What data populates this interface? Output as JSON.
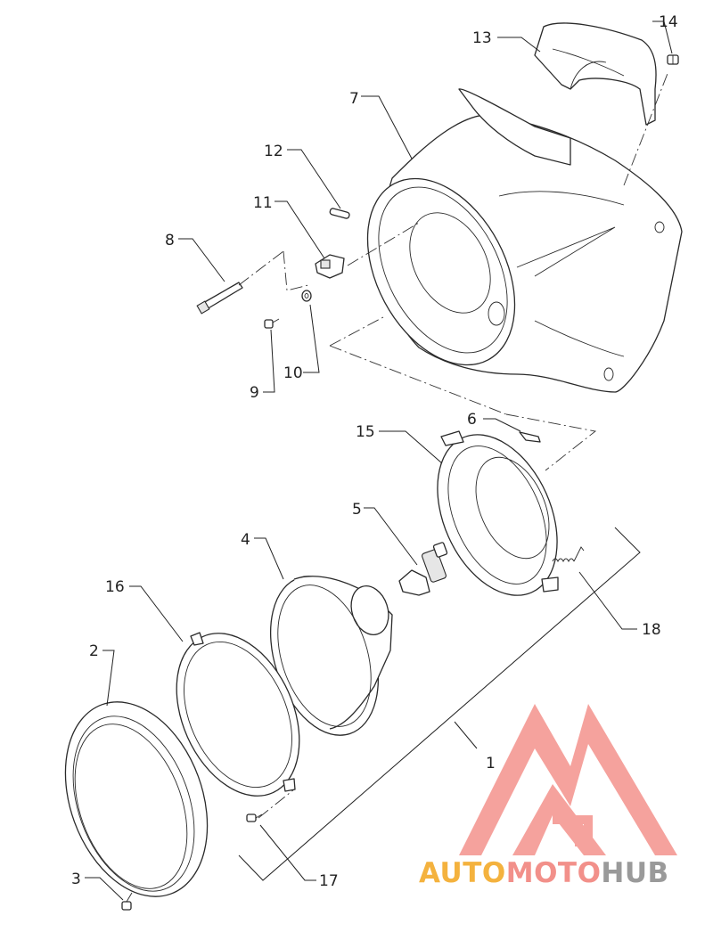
{
  "callouts": [
    {
      "id": "1",
      "label": "1"
    },
    {
      "id": "2",
      "label": "2"
    },
    {
      "id": "3",
      "label": "3"
    },
    {
      "id": "4",
      "label": "4"
    },
    {
      "id": "5",
      "label": "5"
    },
    {
      "id": "6",
      "label": "6"
    },
    {
      "id": "7",
      "label": "7"
    },
    {
      "id": "8",
      "label": "8"
    },
    {
      "id": "9",
      "label": "9"
    },
    {
      "id": "10",
      "label": "10"
    },
    {
      "id": "11",
      "label": "11"
    },
    {
      "id": "12",
      "label": "12"
    },
    {
      "id": "13",
      "label": "13"
    },
    {
      "id": "14",
      "label": "14"
    },
    {
      "id": "15",
      "label": "15"
    },
    {
      "id": "16",
      "label": "16"
    },
    {
      "id": "17",
      "label": "17"
    },
    {
      "id": "18",
      "label": "18"
    }
  ],
  "watermark": {
    "part1": "AUTO",
    "part2": "MOTO",
    "part3": "HUB",
    "colors": {
      "auto": "#f4b23e",
      "moto": "#f2908a",
      "hub": "#9a9a9a",
      "mark": "#f4928c"
    }
  },
  "colors": {
    "line": "#2a2a2a",
    "background": "#ffffff"
  }
}
